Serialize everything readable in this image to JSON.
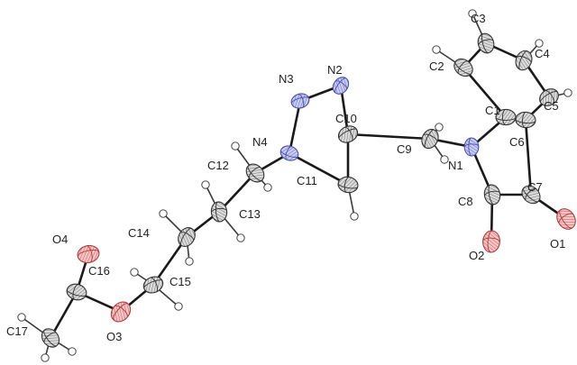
{
  "diagram": {
    "atoms": [
      {
        "id": "C1",
        "label": "C1",
        "element": "C"
      },
      {
        "id": "C2",
        "label": "C2",
        "element": "C"
      },
      {
        "id": "C3",
        "label": "C3",
        "element": "C"
      },
      {
        "id": "C4",
        "label": "C4",
        "element": "C"
      },
      {
        "id": "C5",
        "label": "C5",
        "element": "C"
      },
      {
        "id": "C6",
        "label": "C6",
        "element": "C"
      },
      {
        "id": "C7",
        "label": "C7",
        "element": "C"
      },
      {
        "id": "C8",
        "label": "C8",
        "element": "C"
      },
      {
        "id": "C9",
        "label": "C9",
        "element": "C"
      },
      {
        "id": "C10",
        "label": "C10",
        "element": "C"
      },
      {
        "id": "C11",
        "label": "C11",
        "element": "C"
      },
      {
        "id": "C12",
        "label": "C12",
        "element": "C"
      },
      {
        "id": "C13",
        "label": "C13",
        "element": "C"
      },
      {
        "id": "C14",
        "label": "C14",
        "element": "C"
      },
      {
        "id": "C15",
        "label": "C15",
        "element": "C"
      },
      {
        "id": "C16",
        "label": "C16",
        "element": "C"
      },
      {
        "id": "C17",
        "label": "C17",
        "element": "C"
      },
      {
        "id": "N1",
        "label": "N1",
        "element": "N"
      },
      {
        "id": "N2",
        "label": "N2",
        "element": "N"
      },
      {
        "id": "N3",
        "label": "N3",
        "element": "N"
      },
      {
        "id": "N4",
        "label": "N4",
        "element": "N"
      },
      {
        "id": "O1",
        "label": "O1",
        "element": "O"
      },
      {
        "id": "O2",
        "label": "O2",
        "element": "O"
      },
      {
        "id": "O3",
        "label": "O3",
        "element": "O"
      },
      {
        "id": "O4",
        "label": "O4",
        "element": "O"
      }
    ],
    "bonds": [
      [
        "C1",
        "C2"
      ],
      [
        "C2",
        "C3"
      ],
      [
        "C3",
        "C4"
      ],
      [
        "C4",
        "C5"
      ],
      [
        "C5",
        "C6"
      ],
      [
        "C6",
        "C1"
      ],
      [
        "C1",
        "N1"
      ],
      [
        "C6",
        "C7"
      ],
      [
        "C7",
        "C8"
      ],
      [
        "C8",
        "N1"
      ],
      [
        "C7",
        "O1"
      ],
      [
        "C8",
        "O2"
      ],
      [
        "N1",
        "C9"
      ],
      [
        "C9",
        "C10"
      ],
      [
        "C10",
        "N2"
      ],
      [
        "N2",
        "N3"
      ],
      [
        "N3",
        "N4"
      ],
      [
        "N4",
        "C11"
      ],
      [
        "C11",
        "C10"
      ],
      [
        "N4",
        "C12"
      ],
      [
        "C12",
        "C13"
      ],
      [
        "C13",
        "C14"
      ],
      [
        "C14",
        "C15"
      ],
      [
        "C15",
        "O3"
      ],
      [
        "O3",
        "C16"
      ],
      [
        "C16",
        "O4"
      ],
      [
        "C16",
        "C17"
      ]
    ],
    "element_colors": {
      "C": "#9a9a9a",
      "N": "#8f96e0",
      "O": "#e07a7a",
      "H": "#ffffff"
    }
  }
}
